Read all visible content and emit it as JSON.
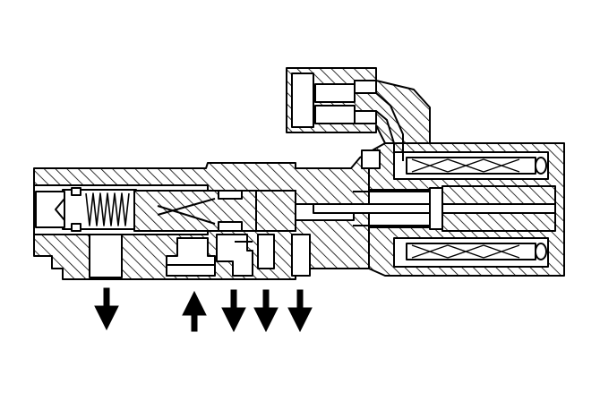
{
  "diagram": {
    "subject": "solenoid-valve-cross-section",
    "colors": {
      "line": "#000000",
      "background": "#ffffff"
    },
    "flow_arrows": [
      {
        "name": "port-1-arrow",
        "direction": "down"
      },
      {
        "name": "port-2-arrow",
        "direction": "up"
      },
      {
        "name": "port-3-arrow",
        "direction": "down"
      },
      {
        "name": "port-4-arrow",
        "direction": "down"
      },
      {
        "name": "port-5-arrow",
        "direction": "down"
      }
    ]
  }
}
